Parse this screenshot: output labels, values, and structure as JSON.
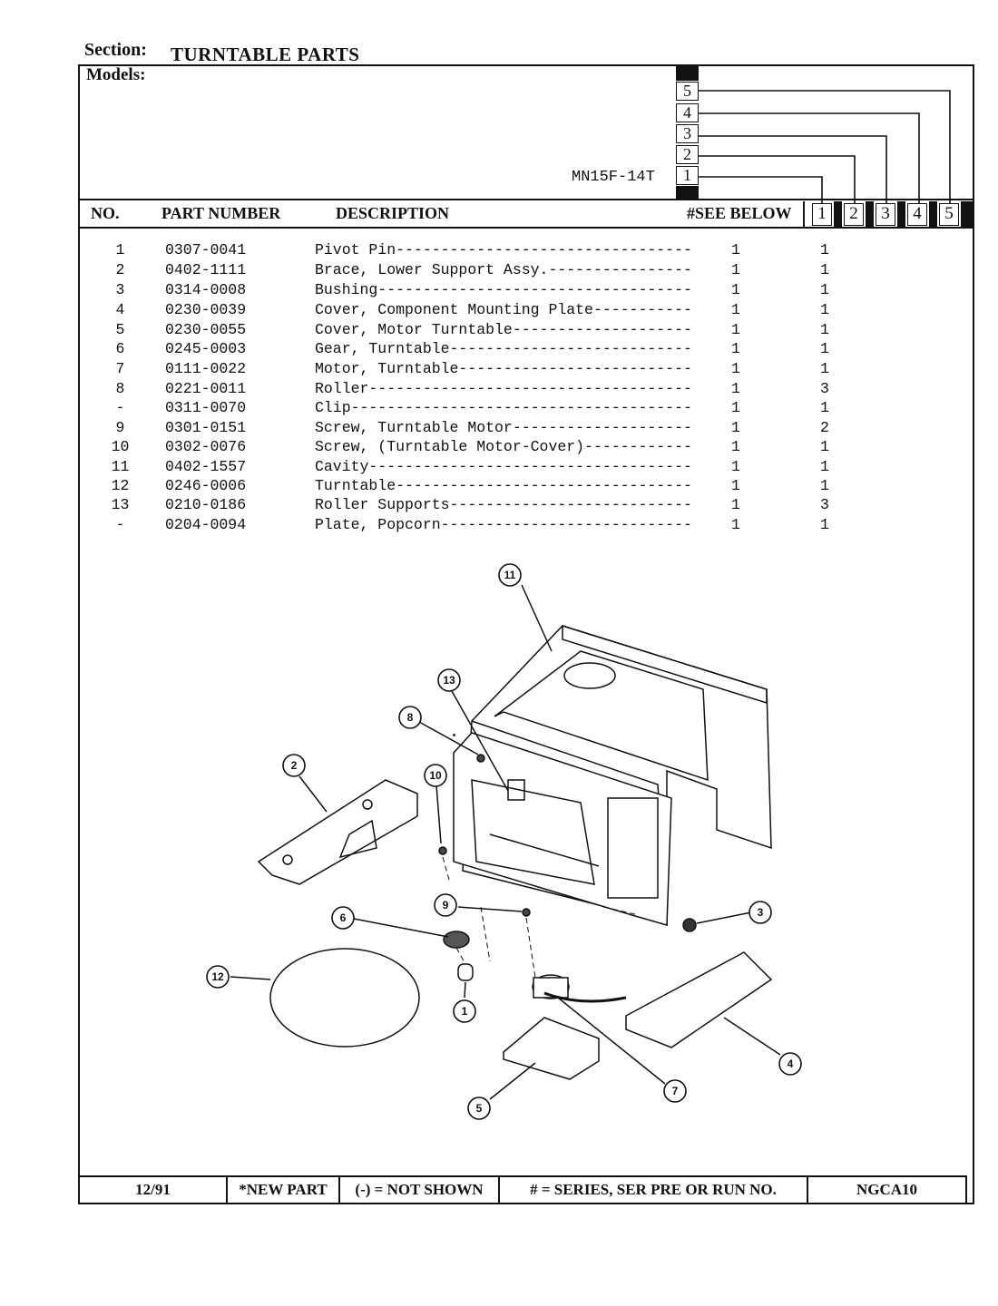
{
  "header": {
    "section_label": "Section:",
    "section_title": "TURNTABLE PARTS",
    "models_label": "Models:",
    "model_code": "MN15F-14T",
    "stack_series": [
      "5",
      "4",
      "3",
      "2",
      "1"
    ]
  },
  "table": {
    "col_no": "NO.",
    "col_part": "PART NUMBER",
    "col_desc": "DESCRIPTION",
    "col_see_below": "#SEE BELOW",
    "series_cols": [
      "1",
      "2",
      "3",
      "4",
      "5"
    ],
    "rows": [
      {
        "no": "1",
        "part": "0307-0041",
        "desc": "Pivot Pin---------------------------------",
        "q1": "1",
        "q2": "1"
      },
      {
        "no": "2",
        "part": "0402-1111",
        "desc": "Brace, Lower Support Assy.----------------",
        "q1": "1",
        "q2": "1"
      },
      {
        "no": "3",
        "part": "0314-0008",
        "desc": "Bushing-----------------------------------",
        "q1": "1",
        "q2": "1"
      },
      {
        "no": "4",
        "part": "0230-0039",
        "desc": "Cover, Component Mounting Plate-----------",
        "q1": "1",
        "q2": "1"
      },
      {
        "no": "5",
        "part": "0230-0055",
        "desc": "Cover, Motor Turntable--------------------",
        "q1": "1",
        "q2": "1"
      },
      {
        "no": "6",
        "part": "0245-0003",
        "desc": "Gear, Turntable---------------------------",
        "q1": "1",
        "q2": "1"
      },
      {
        "no": "7",
        "part": "0111-0022",
        "desc": "Motor, Turntable--------------------------",
        "q1": "1",
        "q2": "1"
      },
      {
        "no": "8",
        "part": "0221-0011",
        "desc": "Roller------------------------------------",
        "q1": "1",
        "q2": "3"
      },
      {
        "no": "-",
        "part": "0311-0070",
        "desc": "Clip--------------------------------------",
        "q1": "1",
        "q2": "1"
      },
      {
        "no": "9",
        "part": "0301-0151",
        "desc": "Screw, Turntable Motor--------------------",
        "q1": "1",
        "q2": "2"
      },
      {
        "no": "10",
        "part": "0302-0076",
        "desc": "Screw, (Turntable Motor-Cover)------------",
        "q1": "1",
        "q2": "1"
      },
      {
        "no": "11",
        "part": "0402-1557",
        "desc": "Cavity------------------------------------",
        "q1": "1",
        "q2": "1"
      },
      {
        "no": "12",
        "part": "0246-0006",
        "desc": "Turntable---------------------------------",
        "q1": "1",
        "q2": "1"
      },
      {
        "no": "13",
        "part": "0210-0186",
        "desc": "Roller Supports---------------------------",
        "q1": "1",
        "q2": "3"
      },
      {
        "no": "-",
        "part": "0204-0094",
        "desc": "Plate, Popcorn----------------------------",
        "q1": "1",
        "q2": "1"
      }
    ]
  },
  "diagram": {
    "callouts": [
      "11",
      "13",
      "8",
      "2",
      "10",
      "9",
      "3",
      "6",
      "12",
      "1",
      "4",
      "7",
      "5"
    ]
  },
  "footer": {
    "date": "12/91",
    "new_part": "*NEW PART",
    "not_shown": "(-) = NOT SHOWN",
    "series_note": "# = SERIES, SER PRE OR RUN NO.",
    "code": "NGCA10"
  }
}
